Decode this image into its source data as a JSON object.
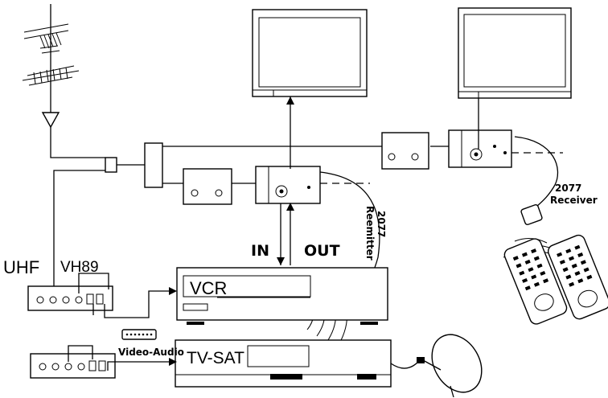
{
  "labels": {
    "uhf": "UHF",
    "vh89": "VH89",
    "in": "IN",
    "out": "OUT",
    "vcr": "VCR",
    "tv_sat": "TV-SAT",
    "video_audio": "Video-Audio",
    "remitter_number": "2077",
    "remitter": "Reemitter",
    "receiver_number": "2077",
    "receiver": "Receiver"
  }
}
